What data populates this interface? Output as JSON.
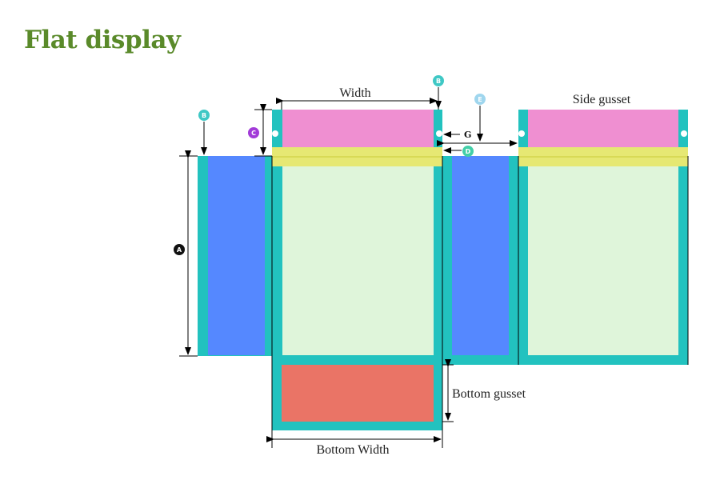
{
  "title": "Flat display",
  "labels": {
    "width": "Width",
    "side_gusset": "Side gusset",
    "bottom_gusset": "Bottom gusset",
    "bottom_width": "Bottom Width"
  },
  "markers": {
    "a": "A",
    "b": "B",
    "c": "C",
    "d": "D",
    "e": "E",
    "g": "G"
  },
  "colors": {
    "title": "#5a8a2a",
    "seal": "#22c2bf",
    "side_panel": "#5588ff",
    "top_flap": "#ef8fd1",
    "zipper": "#e6e873",
    "front_panel": "#dff5da",
    "bottom_panel": "#ea7466",
    "badge_a": "#111111",
    "badge_b": "#3fc8c5",
    "badge_c": "#a23bd8",
    "badge_d": "#43cfa8",
    "badge_e": "#9fd6ee"
  }
}
